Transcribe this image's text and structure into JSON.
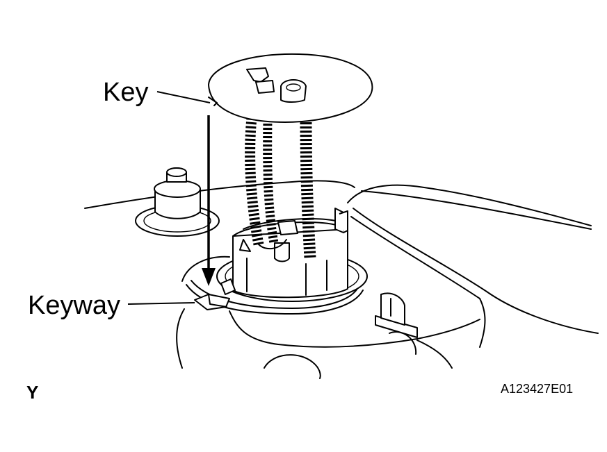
{
  "labels": {
    "key": "Key",
    "keyway": "Keyway",
    "view_letter": "Y",
    "figure_code": "A123427E01"
  }
}
